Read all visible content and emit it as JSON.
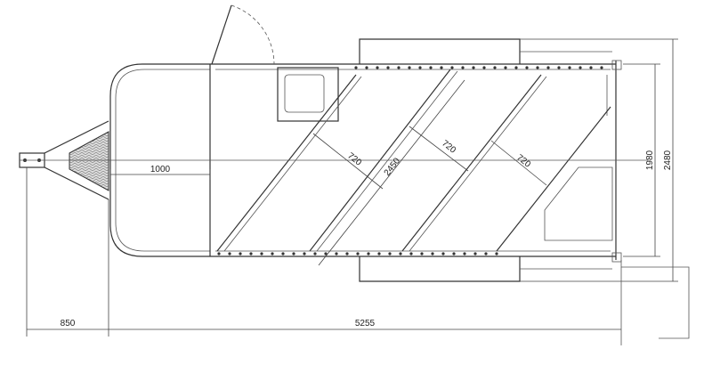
{
  "dimensions": {
    "drawbar_length": "850",
    "overall_length": "5255",
    "hitch_to_front_wall": "1000",
    "bay_width_1": "720",
    "bay_width_2": "720",
    "bay_width_3": "720",
    "partition_length": "2450",
    "interior_width": "1980",
    "overall_width": "2480"
  },
  "colors": {
    "line": "#333333",
    "tread_fill": "#dddddd"
  }
}
